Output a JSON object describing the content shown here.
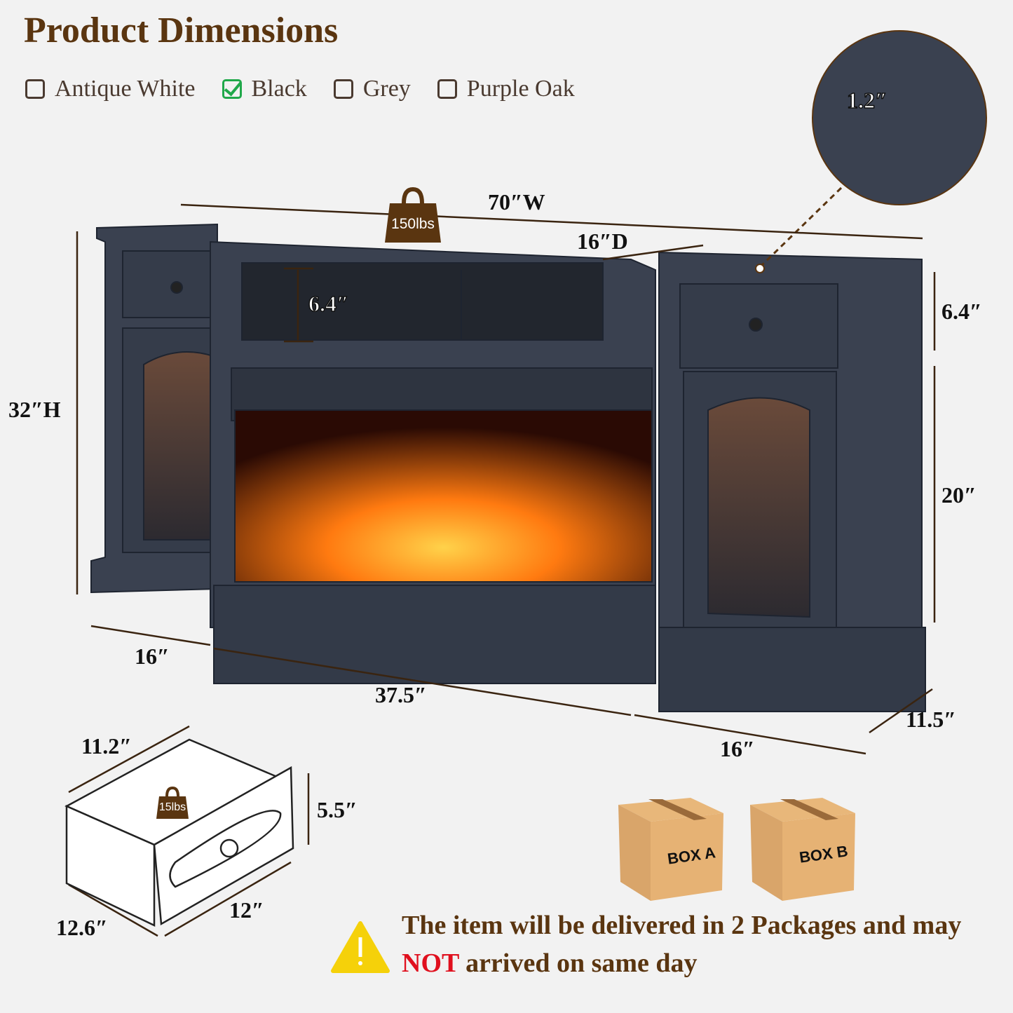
{
  "title": "Product Dimensions",
  "color_options": [
    {
      "label": "Antique White",
      "checked": false
    },
    {
      "label": "Black",
      "checked": true
    },
    {
      "label": "Grey",
      "checked": false
    },
    {
      "label": "Purple Oak",
      "checked": false
    }
  ],
  "colors": {
    "title": "#5a3510",
    "checked": "#20a84a",
    "furniture": "#3a4150",
    "warning": "#f5d10a",
    "emphasis": "#e0101e",
    "badge": "#5a3510"
  },
  "dimensions": {
    "width": "70″W",
    "depth": "16″D",
    "height": "32″H",
    "top_thickness": "1.2″",
    "shelf_height": "6.4″",
    "drawer_height": "6.4″",
    "cabinet_height": "20″",
    "left_width": "16″",
    "center_width": "37.5″",
    "right_width": "16″",
    "side_depth": "11.5″"
  },
  "weight_capacity": "150lbs",
  "drawer": {
    "width": "11.2″",
    "capacity": "15lbs",
    "height": "5.5″",
    "depth": "12″",
    "length": "12.6″"
  },
  "packages": [
    {
      "label": "BOX A"
    },
    {
      "label": "BOX B"
    }
  ],
  "notice": {
    "line1": "The item will be delivered in 2 Packages and may",
    "emphasis": "NOT",
    "line2": "arrived on same day",
    "icon": "warning-triangle-icon"
  }
}
